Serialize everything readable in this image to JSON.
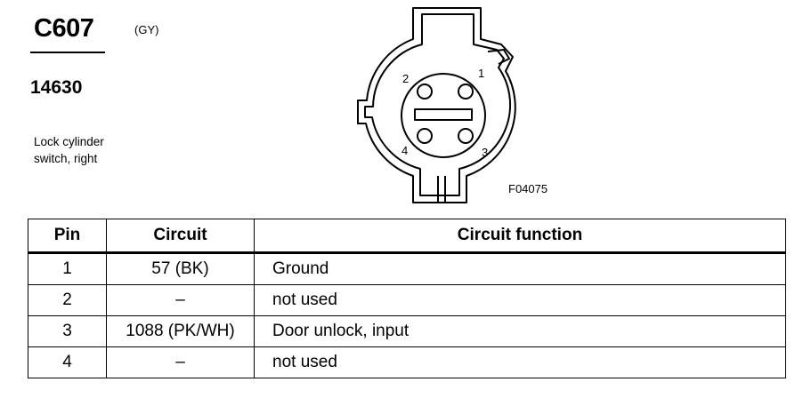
{
  "header": {
    "connector_id": "C607",
    "color_code": "(GY)",
    "part_number": "14630",
    "description_lines": [
      "Lock cylinder",
      "switch, right"
    ]
  },
  "figure": {
    "pin_labels": [
      "1",
      "2",
      "3",
      "4"
    ],
    "figure_code": "F04075"
  },
  "table": {
    "headers": [
      "Pin",
      "Circuit",
      "Circuit function"
    ],
    "rows": [
      {
        "pin": "1",
        "circuit": "57 (BK)",
        "function": "Ground"
      },
      {
        "pin": "2",
        "circuit": "–",
        "function": "not used"
      },
      {
        "pin": "3",
        "circuit": "1088 (PK/WH)",
        "function": "Door unlock, input"
      },
      {
        "pin": "4",
        "circuit": "–",
        "function": "not used"
      }
    ]
  }
}
